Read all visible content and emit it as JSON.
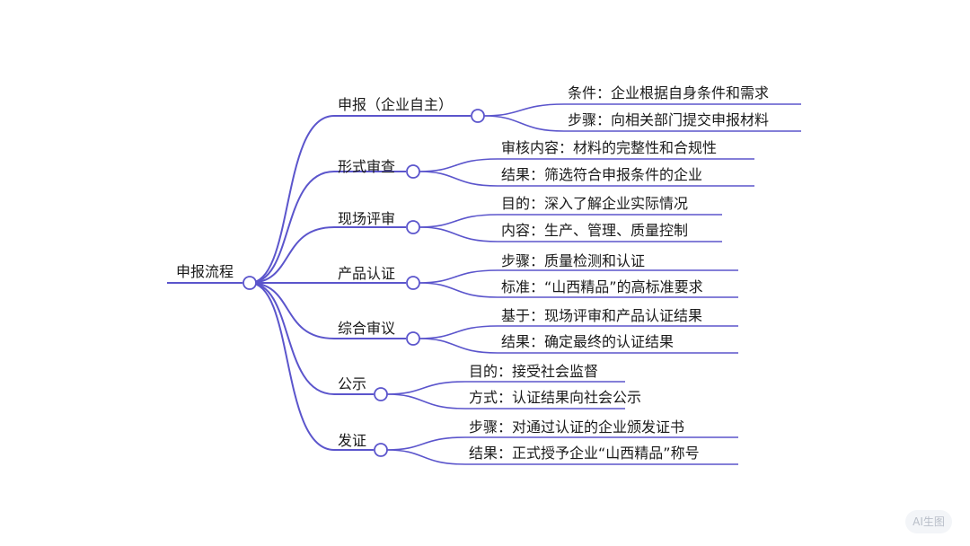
{
  "mindmap": {
    "root": "申报流程",
    "branches": [
      {
        "label": "申报（企业自主）",
        "children": [
          "条件：企业根据自身条件和需求",
          "步骤：向相关部门提交申报材料"
        ]
      },
      {
        "label": "形式审查",
        "children": [
          "审核内容：材料的完整性和合规性",
          "结果：筛选符合申报条件的企业"
        ]
      },
      {
        "label": "现场评审",
        "children": [
          "目的：深入了解企业实际情况",
          "内容：生产、管理、质量控制"
        ]
      },
      {
        "label": "产品认证",
        "children": [
          "步骤：质量检测和认证",
          "标准：“山西精品”的高标准要求"
        ]
      },
      {
        "label": "综合审议",
        "children": [
          "基于：现场评审和产品认证结果",
          "结果：确定最终的认证结果"
        ]
      },
      {
        "label": "公示",
        "children": [
          "目的：接受社会监督",
          "方式：认证结果向社会公示"
        ]
      },
      {
        "label": "发证",
        "children": [
          "步骤：对通过认证的企业颁发证书",
          "结果：正式授予企业“山西精品”称号"
        ]
      }
    ]
  },
  "colors": {
    "line": "#5b55cc",
    "text": "#1a1a1a"
  },
  "watermark": "AI生图"
}
